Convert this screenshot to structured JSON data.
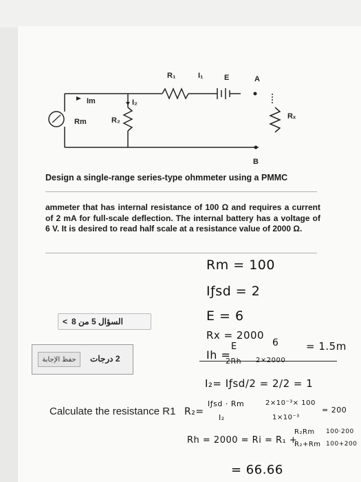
{
  "circuit": {
    "labels": {
      "R1": "R₁",
      "I1": "I₁",
      "E": "E",
      "A": "A",
      "Im": "Im",
      "I2": "I₂",
      "Rm": "Rm",
      "R2": "R₂",
      "Rx": "Rₓ",
      "B": "B"
    }
  },
  "problem": {
    "title": "Design a single-range series-type ohmmeter using a PMMC",
    "body": "ammeter that has internal resistance of 100 Ω and requires a current of 2 mA for full-scale deflection. The internal battery has a voltage of 6 V. It is desired to read half scale at a resistance value of 2000 Ω."
  },
  "handwriting": {
    "line1": "Rm = 100",
    "line2": "Iƒsd = 2",
    "line3": "E = 6",
    "line4": "Rx = 2000",
    "line5_left": "Ih =",
    "line5_frac1_num": "E",
    "line5_frac1_den": "2Rh",
    "line5_frac2_num": "6",
    "line5_frac2_den": "2×2000",
    "line5_result": "= 1.5m",
    "line6": "I₂= Iƒsd/2 = 2/2 = 1",
    "line7_left": "R₂=",
    "line7_num": "Iƒsd · Rm",
    "line7_den": "I₂",
    "line7_mid_num": "2×10⁻³× 100",
    "line7_mid_den": "1×10⁻³",
    "line7_result": "= 200",
    "line8": "Rh = 2000 = Ri = R₁ +",
    "line8_num": "R₂Rm",
    "line8_den": "R₂+Rm",
    "line8_tail_num": "100·200",
    "line8_tail_den": "100+200",
    "line9": "= 66.66"
  },
  "overlay": {
    "question_nav": "السؤال 5 من 8",
    "nav_arrow": "<",
    "grade": "2 درجات",
    "save_answer": "حفظ الإجابة",
    "calc_prompt": "Calculate the resistance R1"
  }
}
